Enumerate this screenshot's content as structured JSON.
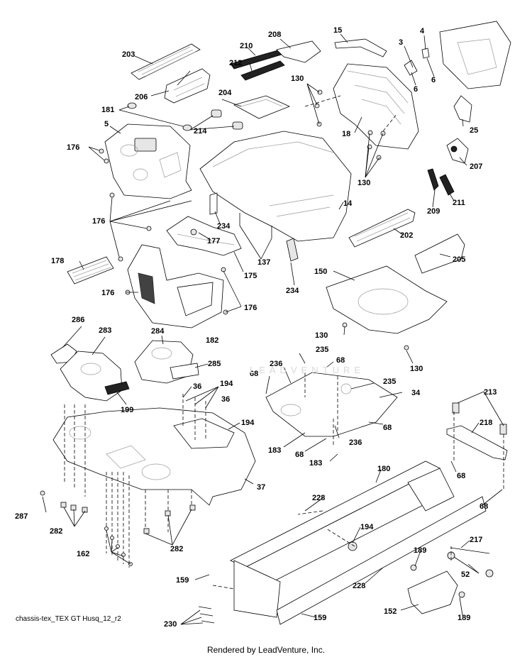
{
  "diagram": {
    "caption": "chassis-tex_TEX GT Husq_12_r2",
    "footer": "Rendered by LeadVenture, Inc.",
    "watermark": "LEADVENTURE",
    "callouts": [
      {
        "id": "c203",
        "text": "203"
      },
      {
        "id": "c210",
        "text": "210"
      },
      {
        "id": "c208",
        "text": "208"
      },
      {
        "id": "c15",
        "text": "15"
      },
      {
        "id": "c4",
        "text": "4"
      },
      {
        "id": "c3",
        "text": "3"
      },
      {
        "id": "c212",
        "text": "212"
      },
      {
        "id": "c130a",
        "text": "130"
      },
      {
        "id": "c6a",
        "text": "6"
      },
      {
        "id": "c6b",
        "text": "6"
      },
      {
        "id": "c206",
        "text": "206"
      },
      {
        "id": "c204",
        "text": "204"
      },
      {
        "id": "c181",
        "text": "181"
      },
      {
        "id": "c214",
        "text": "214"
      },
      {
        "id": "c18",
        "text": "18"
      },
      {
        "id": "c25",
        "text": "25"
      },
      {
        "id": "c5",
        "text": "5"
      },
      {
        "id": "c176a",
        "text": "176"
      },
      {
        "id": "c207",
        "text": "207"
      },
      {
        "id": "c130b",
        "text": "130"
      },
      {
        "id": "c209",
        "text": "209"
      },
      {
        "id": "c211",
        "text": "211"
      },
      {
        "id": "c14",
        "text": "14"
      },
      {
        "id": "c234a",
        "text": "234"
      },
      {
        "id": "c176b",
        "text": "176"
      },
      {
        "id": "c177",
        "text": "177"
      },
      {
        "id": "c202",
        "text": "202"
      },
      {
        "id": "c137",
        "text": "137"
      },
      {
        "id": "c178",
        "text": "178"
      },
      {
        "id": "c175",
        "text": "175"
      },
      {
        "id": "c205",
        "text": "205"
      },
      {
        "id": "c150",
        "text": "150"
      },
      {
        "id": "c234b",
        "text": "234"
      },
      {
        "id": "c176c",
        "text": "176"
      },
      {
        "id": "c176d",
        "text": "176"
      },
      {
        "id": "c182",
        "text": "182"
      },
      {
        "id": "c130c",
        "text": "130"
      },
      {
        "id": "c286",
        "text": "286"
      },
      {
        "id": "c283",
        "text": "283"
      },
      {
        "id": "c284",
        "text": "284"
      },
      {
        "id": "c235a",
        "text": "235"
      },
      {
        "id": "c130d",
        "text": "130"
      },
      {
        "id": "c236a",
        "text": "236"
      },
      {
        "id": "c68a",
        "text": "68"
      },
      {
        "id": "c285",
        "text": "285"
      },
      {
        "id": "c68b",
        "text": "68"
      },
      {
        "id": "c235b",
        "text": "235"
      },
      {
        "id": "c199",
        "text": "199"
      },
      {
        "id": "c36a",
        "text": "36"
      },
      {
        "id": "c194a",
        "text": "194"
      },
      {
        "id": "c36b",
        "text": "36"
      },
      {
        "id": "c34",
        "text": "34"
      },
      {
        "id": "c213",
        "text": "213"
      },
      {
        "id": "c218",
        "text": "218"
      },
      {
        "id": "c194b",
        "text": "194"
      },
      {
        "id": "c68c",
        "text": "68"
      },
      {
        "id": "c183a",
        "text": "183"
      },
      {
        "id": "c68d",
        "text": "68"
      },
      {
        "id": "c236b",
        "text": "236"
      },
      {
        "id": "c183b",
        "text": "183"
      },
      {
        "id": "c180",
        "text": "180"
      },
      {
        "id": "c68e",
        "text": "68"
      },
      {
        "id": "c37",
        "text": "37"
      },
      {
        "id": "c68f",
        "text": "68"
      },
      {
        "id": "c287",
        "text": "287"
      },
      {
        "id": "c228a",
        "text": "228"
      },
      {
        "id": "c282a",
        "text": "282"
      },
      {
        "id": "c194c",
        "text": "194"
      },
      {
        "id": "c162",
        "text": "162"
      },
      {
        "id": "c282b",
        "text": "282"
      },
      {
        "id": "c217",
        "text": "217"
      },
      {
        "id": "c189a",
        "text": "189"
      },
      {
        "id": "c52",
        "text": "52"
      },
      {
        "id": "c159a",
        "text": "159"
      },
      {
        "id": "c228b",
        "text": "228"
      },
      {
        "id": "c152",
        "text": "152"
      },
      {
        "id": "c159b",
        "text": "159"
      },
      {
        "id": "c189b",
        "text": "189"
      },
      {
        "id": "c230",
        "text": "230"
      }
    ]
  }
}
